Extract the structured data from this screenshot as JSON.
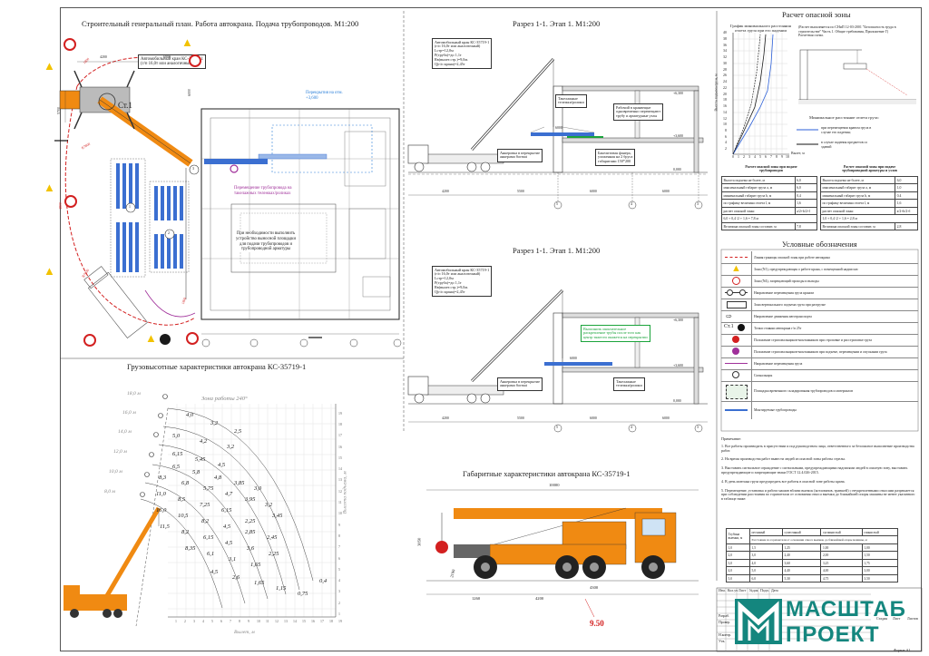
{
  "plan": {
    "title": "Строительный генеральный план. Работа автокрана. Подача трубопроводов. М1:200",
    "crane_label": "Автомобильный кран КС-35719-1\n(г/п 16,0т или аналогичный)",
    "crane_station": "Ст.1",
    "dims": [
      "4200",
      "6900",
      "5700",
      "6000"
    ],
    "radius_labels": [
      "R7800",
      "R7800"
    ],
    "slab_note": "Перекрытия на отм.\n+3,600",
    "move_note": "Перемещение трубопровода на\nтакелажных тележках/роликах",
    "platform_note": "При необходимости выполнить\nустройство выносной площадки\nдля подачи трубопроводов и\nтрубопроводной арматуры",
    "marks": [
      "1",
      "2",
      "3"
    ],
    "danger_dims": [
      "1800",
      "1800",
      "1800"
    ]
  },
  "section1": {
    "title": "Разрез 1-1. Этап 1. М1:200",
    "crane_label": "Автомобильный кран КС-35719-1\n(г/п 16,0т или аналогичный)\nLстр=12,0м\nР(труба)=до 1,1т\nRв(вылет.стр.)=9,0м.\nQ(г/п крана)=2,45т",
    "notes": [
      "Такелажные\nтележки/ролики",
      "Рабочий в кранвещне\nодновременно перемещают\nтрубу и арматурные узлы",
      "Анкеровка в перекрытие\nанкерами Sormat",
      "Бакелитовая фанера,\nуложенная на 2 бруса\nгабаритами 150*200"
    ],
    "levels": [
      "+6,300",
      "+3,600",
      "0,000"
    ],
    "dims": [
      "4200",
      "5500",
      "6000",
      "6000"
    ],
    "axes": [
      "5",
      "4",
      "3"
    ],
    "pipe": "6000"
  },
  "section2": {
    "title": "Разрез 1-1. Этап 1. М1:200",
    "crane_label": "Автомобильный кран КС-35719-1\n(г/п 16,0т или аналогичный)\nLстр=12,0м\nР(труба)=до 1,1т\nRв(вылет.стр.)=9,0м.\nQ(г/п крана)=2,45т",
    "notes": [
      "Выполнить окончательное\nраскрепление трубы после того как\nцентр тяжести окажется на перекрытии",
      "Анкеровка в перекрытие\nанкерами Sormat",
      "Такелажные\nтележки/ролики"
    ],
    "levels": [
      "+6,300",
      "+3,600",
      "0,000"
    ],
    "dims": [
      "4200",
      "5500",
      "6000",
      "6000"
    ],
    "axes": [
      "5",
      "4",
      "3"
    ],
    "pipe": "6000"
  },
  "danger_zone": {
    "title": "Расчет опасной зоны",
    "graph_title": "График минимального расстояния\nотлета груза при его падении",
    "method_note": "(Расчет выполняется по СНиП 12-03-2001 \"Безопасность труда в\nстроительстве\" Часть 1. Общие требования, Приложение Г)\nРасчетная схема.",
    "yaxis_label": "Высота подъема груза, м",
    "xaxis_label": "Вылет, м",
    "yticks": [
      "2",
      "4",
      "6",
      "8",
      "10",
      "12",
      "14",
      "16",
      "18",
      "20",
      "22",
      "24",
      "26",
      "28",
      "30",
      "32",
      "34",
      "36",
      "38",
      "40"
    ],
    "xticks": [
      "0",
      "1",
      "2",
      "3",
      "4",
      "5",
      "6",
      "7",
      "8",
      "9",
      "10"
    ],
    "legend_title": "Минимальное расстояние отлета груза:",
    "legend_items": [
      "при перемещении краном груза в\nслучае его падения;",
      "в случае падения предметов со\nзданий"
    ]
  },
  "calc_tables": {
    "left_title": "Расчет опасной зоны при подаче\nтрубопроводов",
    "left_rows": [
      [
        "Высота подъема не более, м",
        "6,0"
      ],
      [
        "максимальный габарит груза а, м",
        "6,0"
      ],
      [
        "минимальный габарит груза b, м",
        "0,4"
      ],
      [
        "по графику величина отлета l, м",
        "1,6"
      ],
      [
        "расчет опасной зоны:",
        "a/2+b/2+l"
      ],
      [
        "6,0 + 0,4 /2 + 1,6 = 7,8 м",
        ""
      ],
      [
        "Величина опасной зоны составит, м",
        "7,8"
      ]
    ],
    "right_title": "Расчет опасной зоны при подаче\nтрубопроводной арматуры и узлов",
    "right_rows": [
      [
        "Высота подъема не более, м",
        "6,0"
      ],
      [
        "максимальный габарит груза а, м",
        "1,0"
      ],
      [
        "минимальный габарит груза b, м",
        "0,4"
      ],
      [
        "по графику величина отлета l, м",
        "1,6"
      ],
      [
        "расчет опасной зоны:",
        "a/2+b/2+l"
      ],
      [
        "1,0 + 0,4 /2 + 1,6 = 2,8 м",
        ""
      ],
      [
        "Величина опасной зоны составит, м",
        "2,8"
      ]
    ]
  },
  "legend": {
    "title": "Условные обозначения",
    "items": [
      "Линия границы опасной зоны при работе автокрана",
      "Зона (N1), предупреждающая о работе крана, с помещенной надписью",
      "Зона (N4), запрещающий проходы и выходы",
      "Направление перемещения груза краном",
      "Зона вертикального подъема груза при разгрузке",
      "Направление движения автотранспорта",
      "Точки стоянки автокрана г/п 25т",
      "Положение строповальщиков-монтажников при строповке и расстроповке груза",
      "Положение строповальщиков-монтажников при подъеме, перемещении и опускании груза",
      "Направление перемещения груза",
      "Сигнальщик",
      "Площадка временного складирования трубопроводов и материалов",
      "Монтируемые трубопроводы"
    ],
    "station_label": "Ст.1"
  },
  "notes": {
    "title": "Примечание:",
    "items": [
      "1. Все работы производить в присутствии и под руководством лица, ответственного за безопасное выполнение производства работ.",
      "2. На время производства работ вывести людей из опасной зоны работы стрелы.",
      "3. Выставить сигнальное ограждение с сигнальными, предупреждающими надписями людей в опасную зону, выставить предупреждающие и запрещающие знаки ГОСТ 12.4.026-2015.",
      "4. В день монтажа груза предупредить все работы в опасной зоне работы крана.",
      "5. Перемещение, установка и работа машин вблизи выемок (котлованов, траншей) с неукрепленными откосами разрешается при соблюдении расстояния по горизонтали от основания откоса выемки до ближайшей опоры машины не менее указанного в таблице ниже:"
    ]
  },
  "soil_table": {
    "head": [
      "Глубина выемки, м",
      "песчаный",
      "супесчаный",
      "суглинистый",
      "глинистый"
    ],
    "subhead": "Расстояние по горизонтали от основания откоса выемки, до ближайшей опоры машины, м",
    "rows": [
      [
        "1,0",
        "1,5",
        "1,25",
        "1,00",
        "1,00"
      ],
      [
        "2,0",
        "3,0",
        "2,40",
        "2,00",
        "1,50"
      ],
      [
        "3,0",
        "4,0",
        "3,60",
        "3,25",
        "1,75"
      ],
      [
        "4,0",
        "5,0",
        "4,40",
        "4,00",
        "3,00"
      ],
      [
        "5,0",
        "6,0",
        "5,30",
        "4,75",
        "3,50"
      ]
    ]
  },
  "load_chart": {
    "title": "Грузовысотные характеристики автокрана КС-35719-1",
    "zone_label": "Зона работы 240°",
    "boom_labels": [
      "18,0 м",
      "16,0 м",
      "14,0 м",
      "12,0 м",
      "10,0 м",
      "8,0 м"
    ],
    "y_label": "Высота подъема, м",
    "x_label": "Вылет, м",
    "xticks": [
      "1",
      "2",
      "3",
      "4",
      "5",
      "6",
      "7",
      "8",
      "9",
      "10",
      "11",
      "12",
      "13",
      "14",
      "15",
      "16",
      "17",
      "18",
      "19"
    ],
    "yticks": [
      "1",
      "2",
      "3",
      "4",
      "5",
      "6",
      "7",
      "8",
      "9",
      "10",
      "11",
      "12",
      "13",
      "14",
      "15",
      "16",
      "17",
      "18",
      "19"
    ],
    "capacities": [
      "4,0",
      "3,2",
      "2,5",
      "5,0",
      "4,2",
      "3,2",
      "6,15",
      "5,45",
      "4,5",
      "6,5",
      "5,8",
      "4,8",
      "3,85",
      "3,0",
      "8,3",
      "6,8",
      "5,75",
      "4,7",
      "3,95",
      "3,2",
      "11,0",
      "8,5",
      "7,25",
      "6,15",
      "3,45",
      "16,0",
      "10,5",
      "8,2",
      "4,5",
      "2,85",
      "2,45",
      "11,5",
      "8,2",
      "6,15",
      "4,5",
      "3,6",
      "2,25",
      "8,35",
      "6,1",
      "3,1",
      "1,65",
      "4,5",
      "2,6",
      "1,65",
      "1,15",
      "0,75",
      "0,4",
      "2,25"
    ]
  },
  "gabarit": {
    "title": "Габаритные характеристики автокрана КС-35719-1",
    "dims": [
      "10000",
      "3850",
      "2100",
      "1260",
      "4200",
      "4300",
      "9.50"
    ]
  },
  "stamp": {
    "rows": [
      "Изм.",
      "Кол.уч",
      "Лист",
      "№док",
      "Подп.",
      "Дата",
      "Разраб.",
      "Провер.",
      "Н.контр.",
      "Утв.",
      "Стадия",
      "Лист",
      "Листов"
    ],
    "format": "Формат А1"
  },
  "logo": {
    "line1": "МАСШТАБ",
    "line2": "ПРОЕКТ",
    "color": "#14867e"
  },
  "colors": {
    "crane": "#f08a12",
    "pipe": "#3b6fd1",
    "danger": "#d32020",
    "slab": "#2b7fd8",
    "note_green": "#1aa33b",
    "purple": "#a0309a"
  }
}
